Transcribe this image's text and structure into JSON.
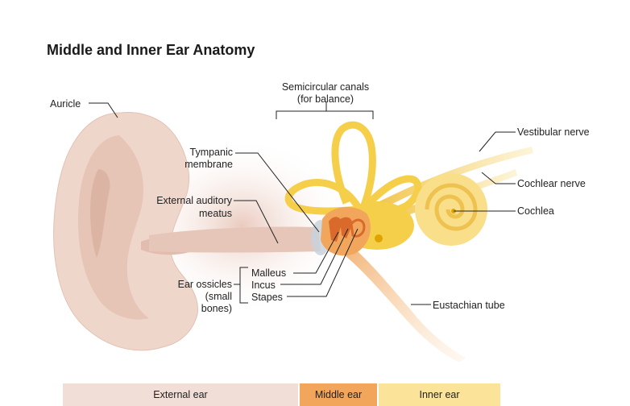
{
  "title": "Middle and Inner Ear Anatomy",
  "labels": {
    "auricle": "Auricle",
    "semicircular_canals": [
      "Semicircular canals",
      "(for balance)"
    ],
    "vestibular_nerve": "Vestibular nerve",
    "cochlear_nerve": "Cochlear nerve",
    "cochlea": "Cochlea",
    "tympanic_membrane": [
      "Tympanic",
      "membrane"
    ],
    "external_auditory_meatus": [
      "External auditory",
      "meatus"
    ],
    "malleus": "Malleus",
    "incus": "Incus",
    "stapes": "Stapes",
    "ear_ossicles": [
      "Ear ossicles",
      "(small",
      "bones)"
    ],
    "eustachian_tube": "Eustachian tube"
  },
  "regions": {
    "external": "External ear",
    "middle": "Middle ear",
    "inner": "Inner ear"
  },
  "colors": {
    "skin": "#efd6cb",
    "middle_ear": "#f2a65c",
    "inner_ear": "#f6cf4a",
    "ossicles": "#d96a2c"
  }
}
